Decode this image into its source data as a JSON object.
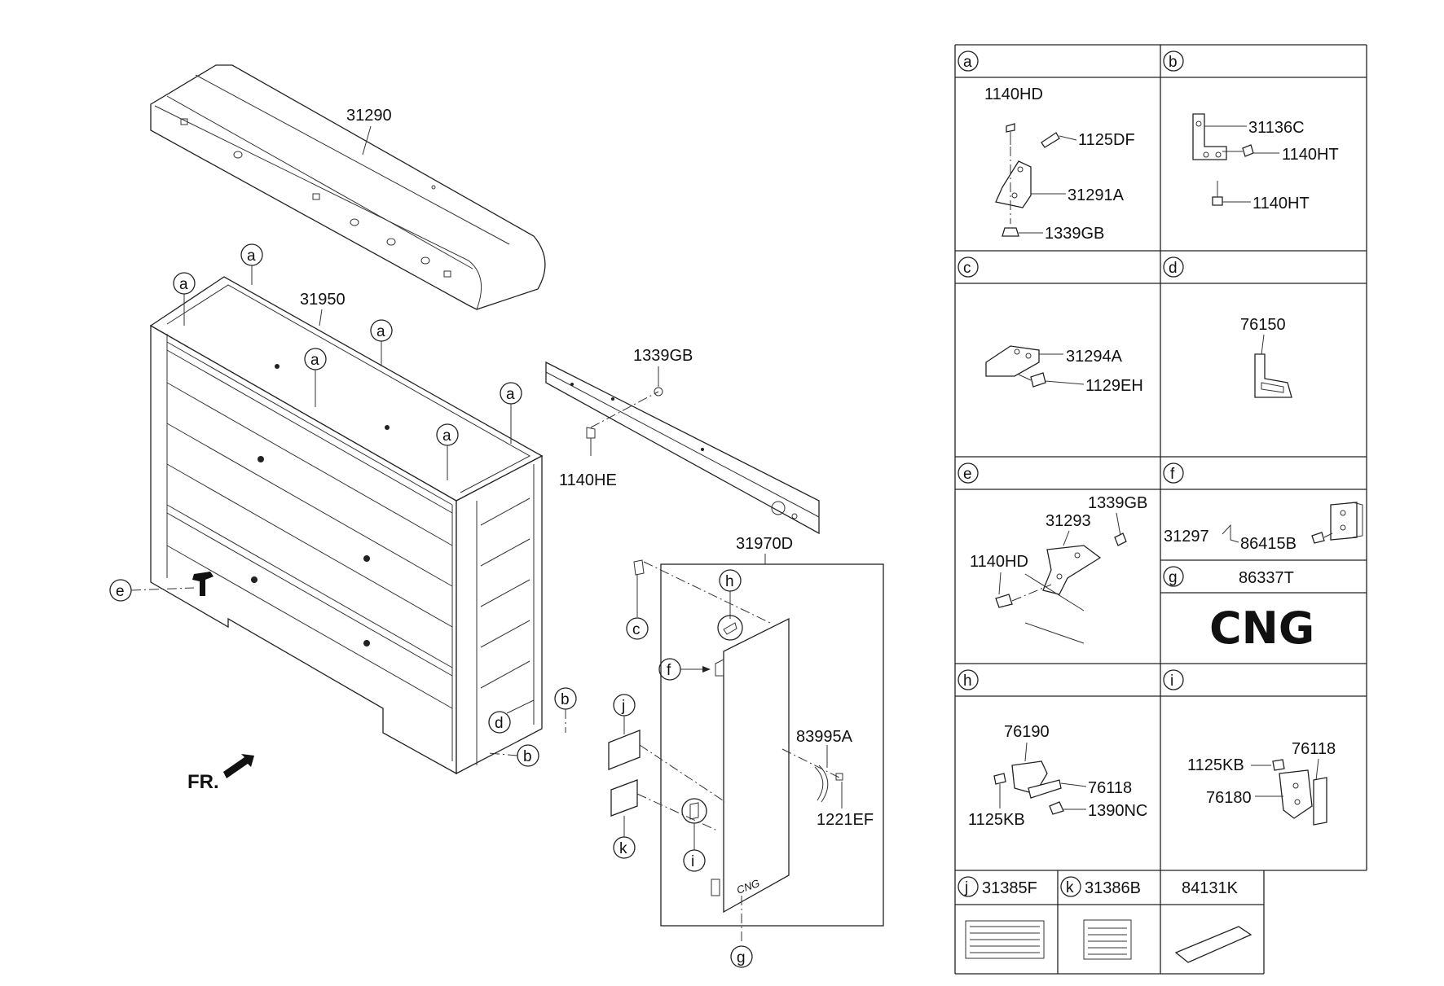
{
  "diagram": {
    "orientation_label": "FR.",
    "part_numbers": {
      "cover": "31290",
      "frame": "31950",
      "rail_bolt": "1140HE",
      "rail_nut": "1339GB",
      "door": "31970D",
      "strap": "83995A",
      "strap_screw": "1221EF"
    },
    "callouts": [
      "a",
      "b",
      "c",
      "d",
      "e",
      "f",
      "g",
      "h",
      "i",
      "j",
      "k"
    ]
  },
  "table": {
    "a": {
      "key": "a",
      "parts": [
        "1140HD",
        "1125DF",
        "31291A",
        "1339GB"
      ]
    },
    "b": {
      "key": "b",
      "parts": [
        "31136C",
        "1140HT",
        "1140HT"
      ]
    },
    "c": {
      "key": "c",
      "parts": [
        "31294A",
        "1129EH"
      ]
    },
    "d": {
      "key": "d",
      "parts": [
        "76150"
      ]
    },
    "e": {
      "key": "e",
      "parts": [
        "31293",
        "1339GB",
        "1140HD"
      ]
    },
    "f": {
      "key": "f",
      "parts": [
        "31297",
        "86415B"
      ]
    },
    "g": {
      "key": "g",
      "title": "86337T",
      "text": "CNG"
    },
    "h": {
      "key": "h",
      "parts": [
        "76190",
        "76118",
        "1125KB",
        "1390NC"
      ]
    },
    "i": {
      "key": "i",
      "parts": [
        "1125KB",
        "76118",
        "76180"
      ]
    },
    "j": {
      "key": "j",
      "title": "31385F"
    },
    "k": {
      "key": "k",
      "title": "31386B"
    },
    "l": {
      "title": "84131K"
    }
  },
  "door_label": "CNG"
}
